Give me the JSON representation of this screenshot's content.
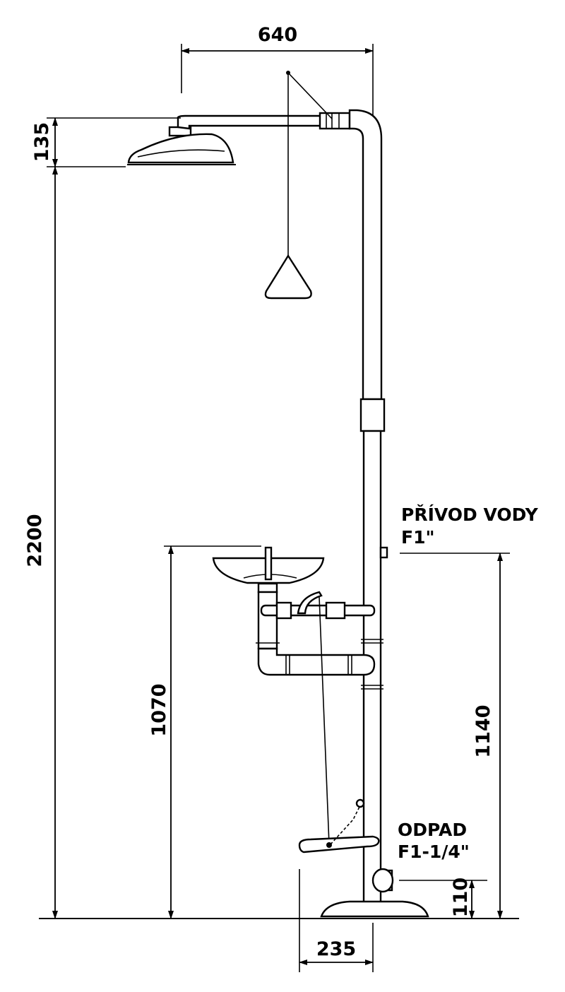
{
  "dimensions": {
    "arm_length": "640",
    "head_height": "135",
    "total_height": "2200",
    "bowl_height": "1070",
    "supply_height": "1140",
    "drain_height": "110",
    "base_width": "235"
  },
  "labels": {
    "supply_line1": "PŘÍVOD VODY",
    "supply_line2": "F1\"",
    "drain_line1": "ODPAD",
    "drain_line2": "F1-1/4\""
  }
}
